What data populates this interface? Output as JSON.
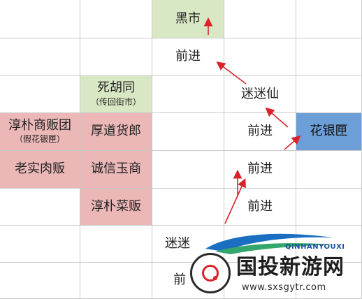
{
  "cells": {
    "black_market": "黑市",
    "forward": "前进",
    "dead_alley": "死胡同",
    "dead_alley_sub": "（传回街市）",
    "mimixian": "迷迷仙",
    "chunpu_vendor_group": "淳朴商贩团",
    "chunpu_vendor_group_sub": "（假花银匣）",
    "houdao_peddler": "厚道货郎",
    "huayin_box": "花银匣",
    "honest_butcher": "老实肉贩",
    "chengxin_jade": "诚信玉商",
    "chunpu_vegetable": "淳朴菜贩",
    "mimi_partial": "迷迷",
    "forward_partial": "前"
  },
  "watermark": {
    "site_name": "国投新游网",
    "url": "www.sxsgytr.com",
    "brand": "QINHANYOUXI"
  },
  "colors": {
    "pink": "#ebb7b7",
    "green": "#d9e8c4",
    "blue": "#6c9fd7",
    "arrow": "#d9222a"
  }
}
